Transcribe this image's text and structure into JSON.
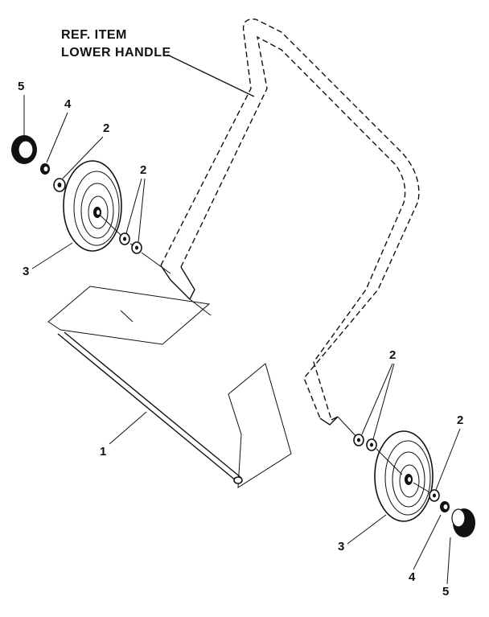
{
  "reference": {
    "line1": "REF. ITEM",
    "line2": "LOWER HANDLE"
  },
  "callouts": {
    "left_knob": "5",
    "left_nut": "4",
    "left_washer": "2",
    "left_inner_washers": "2",
    "left_wheel": "3",
    "axle": "1",
    "right_inner_washers": "2",
    "right_outer_washer": "2",
    "right_wheel": "3",
    "right_nut": "4",
    "right_knob": "5"
  }
}
